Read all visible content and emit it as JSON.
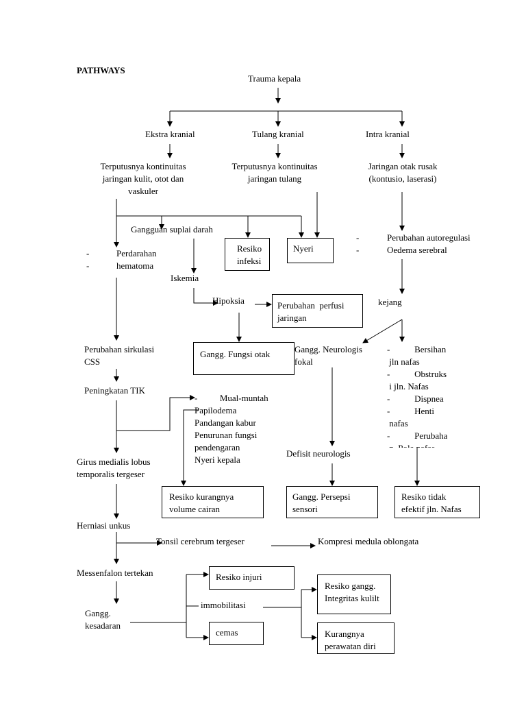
{
  "title": "PATHWAYS",
  "nodes": {
    "trauma": "Trauma kepala",
    "ekstra": "Ekstra kranial",
    "tulang": "Tulang kranial",
    "intra": "Intra kranial",
    "ekstra_desc": "Terputusnya kontinuitas\njaringan kulit, otot dan\nvaskuler",
    "tulang_desc": "Terputusnya kontinuitas\njaringan tulang",
    "intra_desc": "Jaringan otak rusak\n(kontusio, laserasi)",
    "gangguan_suplai": "Gangguan suplai darah",
    "resiko_infeksi": "Resiko\ninfeksi",
    "nyeri": "Nyeri",
    "perubahan_auto": "Perubahan autoregulasi\nOedema serebral",
    "perubahan_auto_dash": "-\n-",
    "perdarahan": "Perdarahan\nhematoma",
    "perdarahan_dash": "-\n-",
    "iskemia": "Iskemia",
    "hipoksia": "Hipoksia",
    "perfusi": "Perubahan  perfusi\njaringan",
    "kejang": "kejang",
    "sirkulasi_css": "Perubahan sirkulasi\nCSS",
    "fungsi_otak": "Gangg. Fungsi otak",
    "neurologis_fokal": "Gangg. Neurologis\nfokal",
    "kejang_list": "-           Bersihan\n jln nafas\n-           Obstruks\n i jln. Nafas\n-           Dispnea\n-           Henti\n nafas\n-           Perubaha\n n  Pola nafas",
    "tik": "Peningkatan TIK",
    "tik_signs": "-          Mual-muntah\nPapilodema\nPandangan kabur\nPenurunan fungsi\npendengaran\nNyeri kepala",
    "defisit": "Defisit neurologis",
    "girus": "Girus medialis lobus\ntemporalis tergeser",
    "resiko_cairan": "Resiko kurangnya\nvolume cairan",
    "persepsi": "Gangg. Persepsi\nsensori",
    "jln_nafas": "Resiko tidak\nefektif jln. Nafas",
    "herniasi": "Herniasi unkus",
    "tonsil": "Tonsil cerebrum tergeser",
    "kompresi": "Kompresi medula oblongata",
    "messenfalon": "Messenfalon tertekan",
    "resiko_injuri": "Resiko injuri",
    "integritas": "Resiko gangg.\nIntegritas kulilt",
    "kesadaran": "Gangg.\nkesadaran",
    "immobilitasi": "immobilitasi",
    "cemas": "cemas",
    "perawatan": "Kurangnya\nperawatan diri"
  }
}
